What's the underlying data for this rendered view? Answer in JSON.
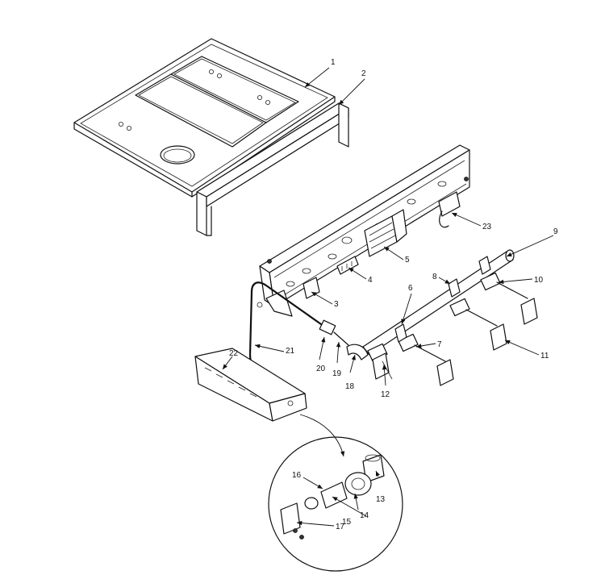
{
  "diagram": {
    "callouts": [
      "1",
      "2",
      "3",
      "4",
      "5",
      "6",
      "7",
      "8",
      "9",
      "10",
      "11",
      "12",
      "13",
      "14",
      "15",
      "16",
      "17",
      "18",
      "19",
      "20",
      "21",
      "22",
      "23"
    ]
  }
}
